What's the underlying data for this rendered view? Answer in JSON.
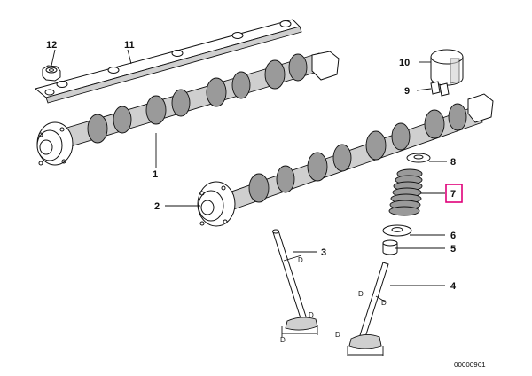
{
  "diagram": {
    "callouts": [
      {
        "id": "1",
        "label": "1"
      },
      {
        "id": "2",
        "label": "2"
      },
      {
        "id": "3",
        "label": "3"
      },
      {
        "id": "4",
        "label": "4"
      },
      {
        "id": "5",
        "label": "5"
      },
      {
        "id": "6",
        "label": "6"
      },
      {
        "id": "7",
        "label": "7",
        "highlighted": true
      },
      {
        "id": "8",
        "label": "8"
      },
      {
        "id": "9",
        "label": "9"
      },
      {
        "id": "10",
        "label": "10"
      },
      {
        "id": "11",
        "label": "11"
      },
      {
        "id": "12",
        "label": "12"
      }
    ],
    "dimension_marker": "D",
    "reference_number": "00000961",
    "highlight_color": "#e0007a"
  }
}
